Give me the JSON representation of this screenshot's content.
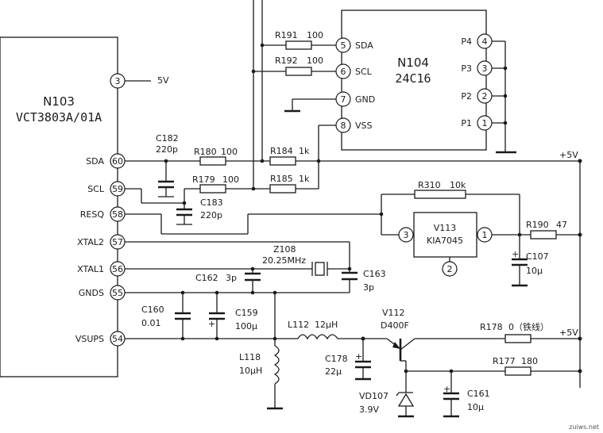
{
  "n103": {
    "ref": "N103",
    "part": "VCT3803A/01A",
    "pins": [
      {
        "num": "3",
        "name": ""
      },
      {
        "num": "60",
        "name": "SDA"
      },
      {
        "num": "59",
        "name": "SCL"
      },
      {
        "num": "58",
        "name": "RESQ"
      },
      {
        "num": "57",
        "name": "XTAL2"
      },
      {
        "num": "56",
        "name": "XTAL1"
      },
      {
        "num": "55",
        "name": "GNDS"
      },
      {
        "num": "54",
        "name": "VSUPS"
      }
    ],
    "pin3_supply": "5V"
  },
  "n104": {
    "ref": "N104",
    "part": "24C16",
    "left_pins": [
      {
        "num": "5",
        "name": "SDA"
      },
      {
        "num": "6",
        "name": "SCL"
      },
      {
        "num": "7",
        "name": "GND"
      },
      {
        "num": "8",
        "name": "VSS"
      }
    ],
    "right_pins": [
      {
        "num": "4",
        "name": "P4"
      },
      {
        "num": "3",
        "name": "P3"
      },
      {
        "num": "2",
        "name": "P2"
      },
      {
        "num": "1",
        "name": "P1"
      }
    ]
  },
  "v113": {
    "ref": "V113",
    "part": "KIA7045",
    "pins": [
      "3",
      "1",
      "2"
    ]
  },
  "components": {
    "r191": {
      "ref": "R191",
      "value": "100"
    },
    "r192": {
      "ref": "R192",
      "value": "100"
    },
    "r180": {
      "ref": "R180",
      "value": "100"
    },
    "r184": {
      "ref": "R184",
      "value": "1k"
    },
    "r179": {
      "ref": "R179",
      "value": "100"
    },
    "r185": {
      "ref": "R185",
      "value": "1k"
    },
    "r310": {
      "ref": "R310",
      "value": "10k"
    },
    "r190": {
      "ref": "R190",
      "value": "47"
    },
    "r178": {
      "ref": "R178",
      "value": "0（铁线）"
    },
    "r177": {
      "ref": "R177",
      "value": "180"
    },
    "c182": {
      "ref": "C182",
      "value": "220p"
    },
    "c183": {
      "ref": "C183",
      "value": "220p"
    },
    "c107": {
      "ref": "C107",
      "value": "10μ"
    },
    "c162": {
      "ref": "C162",
      "value": "3p"
    },
    "c163": {
      "ref": "C163",
      "value": "3p"
    },
    "c160": {
      "ref": "C160",
      "value": "0.01"
    },
    "c159": {
      "ref": "C159",
      "value": "100μ"
    },
    "c178": {
      "ref": "C178",
      "value": "22μ"
    },
    "c161": {
      "ref": "C161",
      "value": "10μ"
    },
    "z108": {
      "ref": "Z108",
      "value": "20.25MHz"
    },
    "l112": {
      "ref": "L112",
      "value": "12μH"
    },
    "l118": {
      "ref": "L118",
      "value": "10μH"
    },
    "v112": {
      "ref": "V112",
      "value": "D400F"
    },
    "vd107": {
      "ref": "VD107",
      "value": "3.9V"
    }
  },
  "rails": {
    "plus5v_top": "+5V",
    "plus5v_bottom": "+5V"
  },
  "watermark": "zuiws.net"
}
